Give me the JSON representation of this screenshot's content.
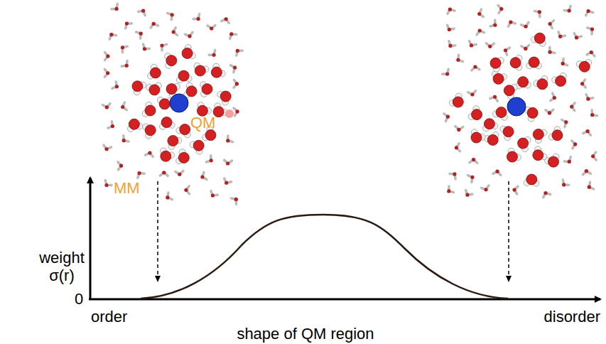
{
  "diagram": {
    "labels": [
      "QM",
      "MM",
      "weight σ(r)",
      "0",
      "order",
      "shape of QM region",
      "disorder"
    ]
  }
}
